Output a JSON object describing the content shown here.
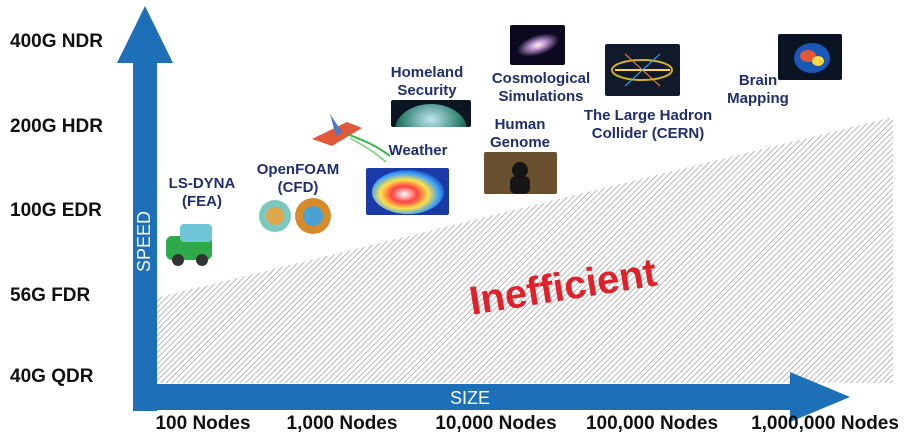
{
  "speed_levels": [
    "400G NDR",
    "200G HDR",
    "100G EDR",
    "56G FDR",
    "40G QDR"
  ],
  "size_levels": [
    "100 Nodes",
    "1,000 Nodes",
    "10,000 Nodes",
    "100,000 Nodes",
    "1,000,000 Nodes"
  ],
  "axes": {
    "y_label": "SPEED",
    "x_label": "SIZE",
    "color": "#1d6fb8"
  },
  "region_label": "Inefficient",
  "region_label_color": "#e0202a",
  "applications": [
    {
      "name": "LS-DYNA (FEA)",
      "lines": [
        "LS-DYNA",
        "(FEA)"
      ],
      "icon": "car-crash-icon"
    },
    {
      "name": "OpenFOAM (CFD)",
      "lines": [
        "OpenFOAM",
        "(CFD)"
      ],
      "icon": "cfd-spheres-icon"
    },
    {
      "name": "Weather",
      "lines": [
        "Weather"
      ],
      "icon": "hurricane-icon"
    },
    {
      "name": "Homeland Security",
      "lines": [
        "Homeland",
        "Security"
      ],
      "icon": "globe-icon"
    },
    {
      "name": "Human Genome",
      "lines": [
        "Human",
        "Genome"
      ],
      "icon": "genome-icon"
    },
    {
      "name": "Cosmological Simulations",
      "lines": [
        "Cosmological",
        "Simulations"
      ],
      "icon": "galaxy-icon"
    },
    {
      "name": "The Large Hadron Collider (CERN)",
      "lines": [
        "The Large Hadron",
        "Collider (CERN)"
      ],
      "icon": "collider-icon"
    },
    {
      "name": "Brain Mapping",
      "lines": [
        "Brain",
        "Mapping"
      ],
      "icon": "brain-icon"
    }
  ]
}
